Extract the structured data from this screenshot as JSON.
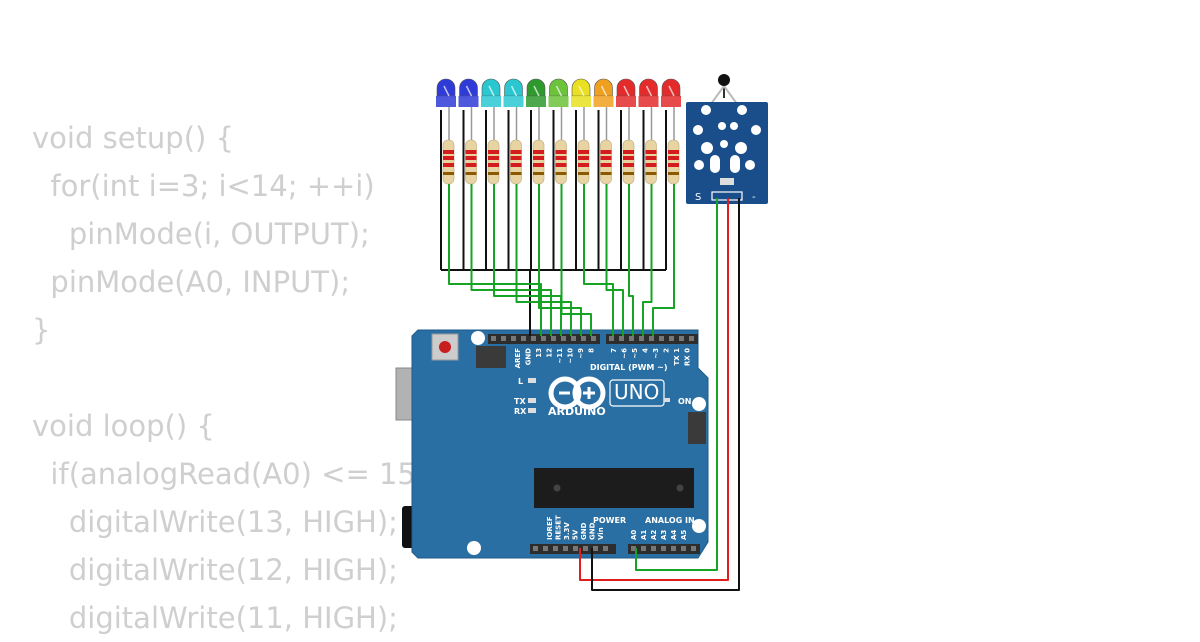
{
  "code_lines": [
    "void setup() {",
    "  for(int i=3; i<14; ++i)",
    "    pinMode(i, OUTPUT);",
    "  pinMode(A0, INPUT);",
    "}",
    "",
    "void loop() {",
    "  if(analogRead(A0) <= 150",
    "    digitalWrite(13, HIGH);",
    "    digitalWrite(12, HIGH);",
    "    digitalWrite(11, HIGH);"
  ],
  "leds": {
    "colors": [
      "#2f3bd6",
      "#2f3bd6",
      "#2bc7d1",
      "#2bc7d1",
      "#2e9a2e",
      "#6cc23a",
      "#e8e020",
      "#f0a020",
      "#e32b2b",
      "#e32b2b",
      "#e32b2b"
    ]
  },
  "board": {
    "aref": "AREF",
    "gnd": "GND",
    "pins_high": [
      "13",
      "12",
      "~11",
      "~10",
      "~9",
      "8"
    ],
    "pins_low": [
      "7",
      "~6",
      "~5",
      "4",
      "~3",
      "2",
      "TX 1",
      "RX 0"
    ],
    "digital_label": "DIGITAL (PWM ~)",
    "l_label": "L",
    "tx_label": "TX",
    "rx_label": "RX",
    "arduino_label": "ARDUINO",
    "uno_label": "UNO",
    "on_label": "ON",
    "power_label": "POWER",
    "analog_label": "ANALOG IN",
    "power_pins": [
      "IOREF",
      "RESET",
      "3.3V",
      "5V",
      "GND",
      "GND",
      "Vin"
    ],
    "analog_pins": [
      "A0",
      "A1",
      "A2",
      "A3",
      "A4",
      "A5"
    ],
    "color": "#2a6fa3"
  },
  "sensor": {
    "s_label": "S",
    "minus_label": "-",
    "color": "#1a4e8a"
  }
}
